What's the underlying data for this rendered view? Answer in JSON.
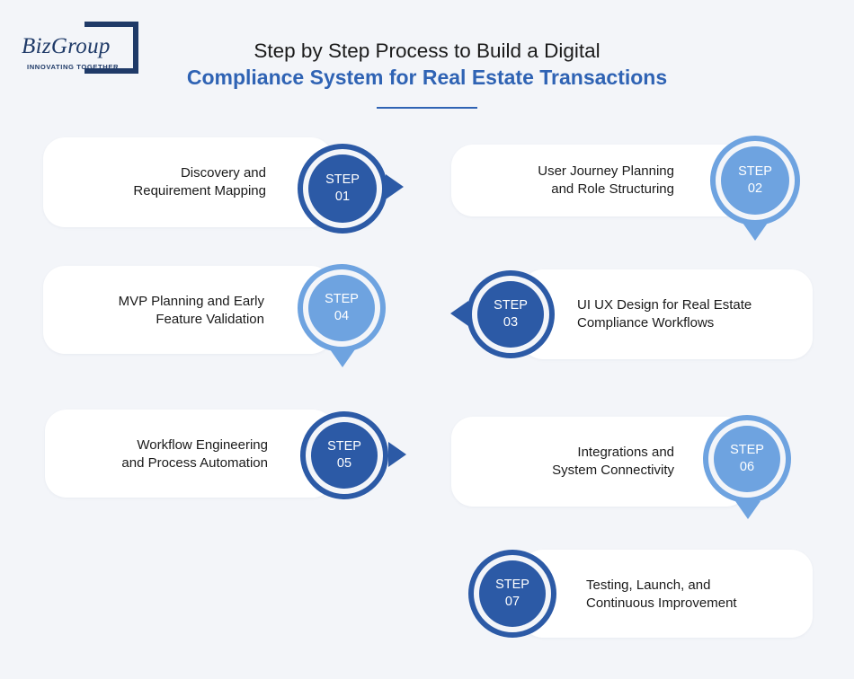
{
  "logo": {
    "name": "BizGroup",
    "tagline": "INNOVATING TOGETHER"
  },
  "title": {
    "line1": "Step by Step Process to Build a Digital",
    "line2": "Compliance System for Real Estate Transactions"
  },
  "colors": {
    "dark_blue": "#2c5aa6",
    "light_blue": "#6ea3e0",
    "title_blue": "#2f63b4"
  },
  "steps": [
    {
      "label": "STEP",
      "num": "01",
      "text1": "Discovery and",
      "text2": "Requirement Mapping"
    },
    {
      "label": "STEP",
      "num": "02",
      "text1": "User Journey Planning",
      "text2": "and Role Structuring"
    },
    {
      "label": "STEP",
      "num": "03",
      "text1": "UI UX Design for Real Estate",
      "text2": "Compliance Workflows"
    },
    {
      "label": "STEP",
      "num": "04",
      "text1": "MVP Planning and Early",
      "text2": "Feature Validation"
    },
    {
      "label": "STEP",
      "num": "05",
      "text1": "Workflow Engineering",
      "text2": "and Process Automation"
    },
    {
      "label": "STEP",
      "num": "06",
      "text1": "Integrations and",
      "text2": "System Connectivity"
    },
    {
      "label": "STEP",
      "num": "07",
      "text1": "Testing, Launch, and",
      "text2": "Continuous Improvement"
    }
  ]
}
